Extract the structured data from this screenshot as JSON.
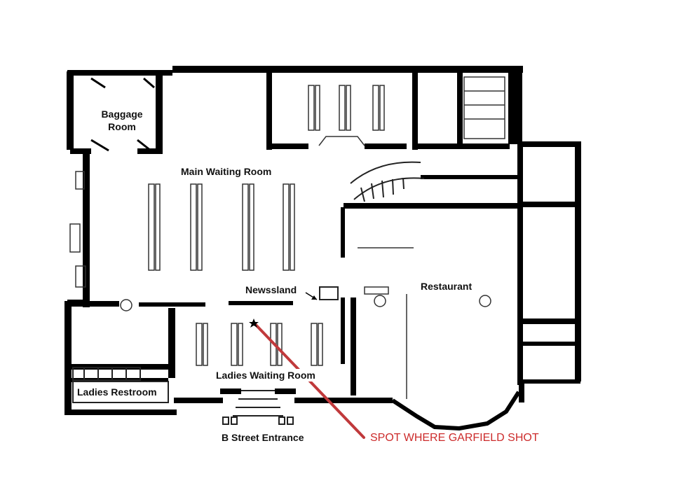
{
  "diagram": {
    "rooms": {
      "baggage_room": "Baggage\nRoom",
      "main_waiting_room": "Main Waiting Room",
      "newsstand": "Newssland",
      "restaurant": "Restaurant",
      "ladies_waiting_room": "Ladies Waiting Room",
      "ladies_restroom": "Ladies Restroom",
      "b_street_entrance": "B Street Entrance"
    },
    "annotation": {
      "text": "SPOT WHERE GARFIELD SHOT",
      "color": "#cc2b2b",
      "marker": "star-icon"
    },
    "colors": {
      "walls": "#000000",
      "benches": "#333333",
      "background": "#ffffff"
    }
  }
}
